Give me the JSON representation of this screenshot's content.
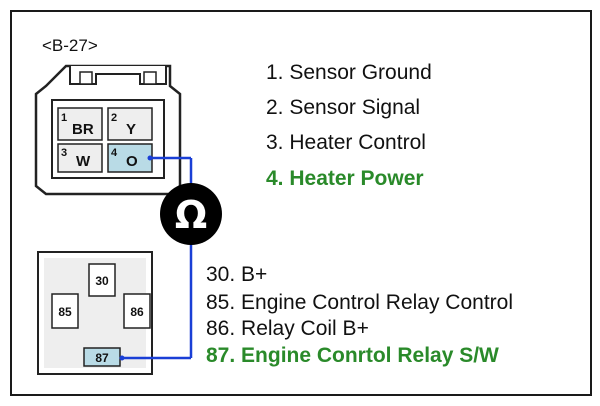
{
  "connector": {
    "label": "<B-27>",
    "pins": [
      {
        "num": "1",
        "code": "BR"
      },
      {
        "num": "2",
        "code": "Y"
      },
      {
        "num": "3",
        "code": "W"
      },
      {
        "num": "4",
        "code": "O"
      }
    ],
    "legend": [
      {
        "text": "1. Sensor Ground",
        "highlight": false
      },
      {
        "text": "2. Sensor Signal",
        "highlight": false
      },
      {
        "text": "3. Heater Control",
        "highlight": false
      },
      {
        "text": "4. Heater Power",
        "highlight": true
      }
    ]
  },
  "meter_symbol": "Ω",
  "relay": {
    "pins": [
      "30",
      "85",
      "86",
      "87"
    ],
    "legend": [
      {
        "text": "30. B+",
        "highlight": false
      },
      {
        "text": "85. Engine Control Relay Control",
        "highlight": false
      },
      {
        "text": "86. Relay Coil B+",
        "highlight": false
      },
      {
        "text": "87. Engine Conrtol Relay S/W",
        "highlight": true
      }
    ]
  },
  "colors": {
    "highlight_text": "#2a8a2a",
    "wire": "#1a3fd6",
    "highlight_pin": "#b9dbe6",
    "pin_fill": "#eeeeee"
  }
}
